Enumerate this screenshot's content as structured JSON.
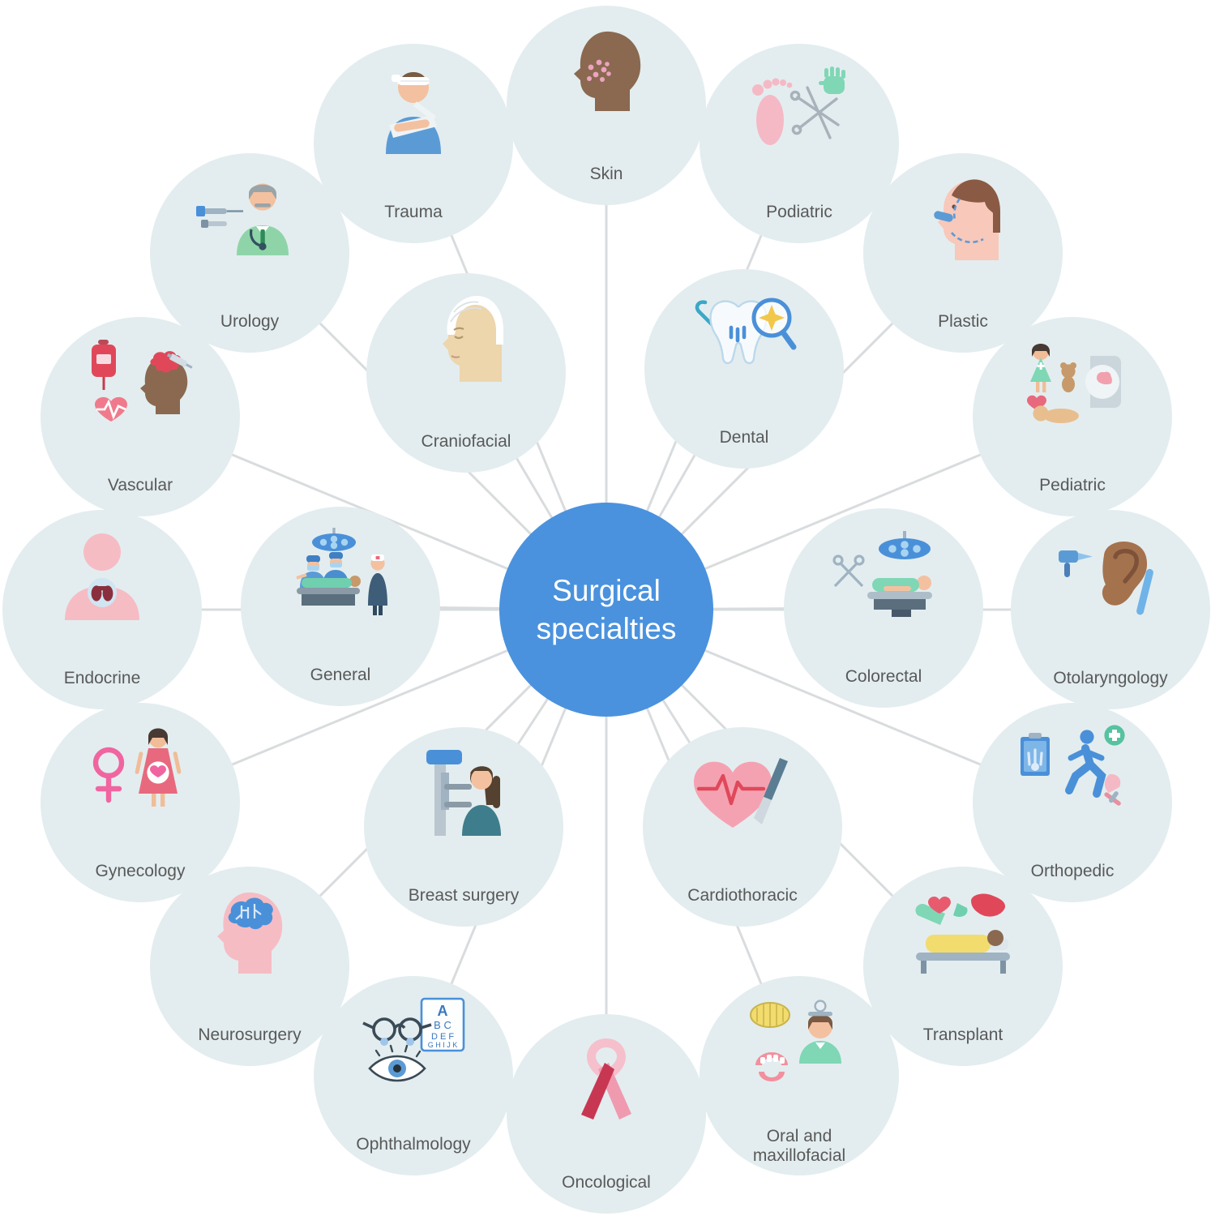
{
  "center": {
    "label": "Surgical specialties"
  },
  "colors": {
    "center_fill": "#4a92de",
    "node_fill": "#e3edef",
    "connector": "#d9dcde",
    "label_text": "#595959"
  },
  "icons": {
    "eye_chart": [
      "A",
      "B C",
      "D E F",
      "G H I J K"
    ]
  },
  "nodes": [
    {
      "id": "skin",
      "label": "Skin",
      "ring": "outer",
      "icon": "skin-icon"
    },
    {
      "id": "podiatric",
      "label": "Podiatric",
      "ring": "outer",
      "icon": "podiatric-icon"
    },
    {
      "id": "plastic",
      "label": "Plastic",
      "ring": "outer",
      "icon": "plastic-icon"
    },
    {
      "id": "pediatric",
      "label": "Pediatric",
      "ring": "outer",
      "icon": "pediatric-icon"
    },
    {
      "id": "otolaryngology",
      "label": "Otolaryngology",
      "ring": "outer",
      "icon": "otolaryngology-icon"
    },
    {
      "id": "orthopedic",
      "label": "Orthopedic",
      "ring": "outer",
      "icon": "orthopedic-icon"
    },
    {
      "id": "transplant",
      "label": "Transplant",
      "ring": "outer",
      "icon": "transplant-icon"
    },
    {
      "id": "oral-and-maxillofacial",
      "label": "Oral and maxillofacial",
      "ring": "outer",
      "icon": "oral-maxillofacial-icon"
    },
    {
      "id": "oncological",
      "label": "Oncological",
      "ring": "outer",
      "icon": "oncological-icon"
    },
    {
      "id": "ophthalmology",
      "label": "Ophthalmology",
      "ring": "outer",
      "icon": "ophthalmology-icon"
    },
    {
      "id": "neurosurgery",
      "label": "Neurosurgery",
      "ring": "outer",
      "icon": "neurosurgery-icon"
    },
    {
      "id": "gynecology",
      "label": "Gynecology",
      "ring": "outer",
      "icon": "gynecology-icon"
    },
    {
      "id": "endocrine",
      "label": "Endocrine",
      "ring": "outer",
      "icon": "endocrine-icon"
    },
    {
      "id": "vascular",
      "label": "Vascular",
      "ring": "outer",
      "icon": "vascular-icon"
    },
    {
      "id": "urology",
      "label": "Urology",
      "ring": "outer",
      "icon": "urology-icon"
    },
    {
      "id": "trauma",
      "label": "Trauma",
      "ring": "outer",
      "icon": "trauma-icon"
    },
    {
      "id": "craniofacial",
      "label": "Craniofacial",
      "ring": "inner",
      "icon": "craniofacial-icon"
    },
    {
      "id": "dental",
      "label": "Dental",
      "ring": "inner",
      "icon": "dental-icon"
    },
    {
      "id": "colorectal",
      "label": "Colorectal",
      "ring": "inner",
      "icon": "colorectal-icon"
    },
    {
      "id": "general",
      "label": "General",
      "ring": "inner",
      "icon": "general-icon"
    },
    {
      "id": "breast-surgery",
      "label": "Breast surgery",
      "ring": "inner",
      "icon": "breast-surgery-icon"
    },
    {
      "id": "cardiothoracic",
      "label": "Cardiothoracic",
      "ring": "inner",
      "icon": "cardiothoracic-icon"
    }
  ]
}
